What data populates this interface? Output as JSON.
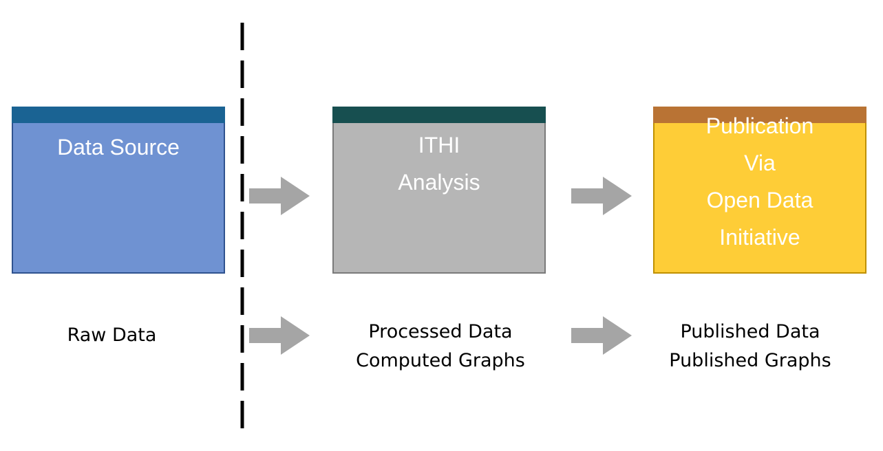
{
  "diagram": {
    "divider": {
      "style": "dashed",
      "color": "#000000"
    },
    "stages": [
      {
        "id": "source",
        "box_lines": [
          "Data Source"
        ],
        "header_color": "#1a6393",
        "fill_color": "#6f92d2",
        "caption_lines": [
          "Raw Data"
        ]
      },
      {
        "id": "analysis",
        "box_lines": [
          "ITHI",
          "Analysis"
        ],
        "header_color": "#174f50",
        "fill_color": "#b6b6b6",
        "caption_lines": [
          "Processed Data",
          "Computed Graphs"
        ]
      },
      {
        "id": "publication",
        "box_lines": [
          "Publication",
          "Via",
          "Open Data",
          "Initiative"
        ],
        "header_color": "#b97334",
        "fill_color": "#fecd37",
        "caption_lines": [
          "Published Data",
          "Published Graphs"
        ]
      }
    ],
    "arrows": [
      {
        "from": "source",
        "to": "analysis",
        "row": "boxes",
        "icon": "arrow-right-icon",
        "color": "#a5a5a5"
      },
      {
        "from": "analysis",
        "to": "publication",
        "row": "boxes",
        "icon": "arrow-right-icon",
        "color": "#a5a5a5"
      },
      {
        "from": "raw-data",
        "to": "processed-data",
        "row": "captions",
        "icon": "arrow-right-icon",
        "color": "#a5a5a5"
      },
      {
        "from": "processed-data",
        "to": "published-data",
        "row": "captions",
        "icon": "arrow-right-icon",
        "color": "#a5a5a5"
      }
    ]
  }
}
